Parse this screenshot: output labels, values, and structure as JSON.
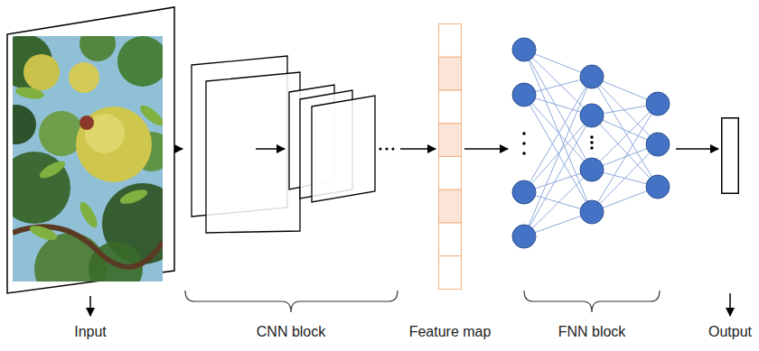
{
  "diagram": {
    "nodes": [
      {
        "text": [
          "Input"
        ]
      },
      {
        "text": [
          "CNN block"
        ]
      },
      {
        "text": [
          "Feature map"
        ]
      },
      {
        "text": [
          "FNN block"
        ]
      },
      {
        "text": [
          "Output"
        ]
      }
    ],
    "edges": [
      {
        "from": 0,
        "to": 1,
        "arrow": "to"
      },
      {
        "from": 1,
        "to": 2,
        "arrow": "to"
      },
      {
        "from": 2,
        "to": 3,
        "arrow": "to"
      },
      {
        "from": 3,
        "to": 4,
        "arrow": "to"
      }
    ]
  }
}
